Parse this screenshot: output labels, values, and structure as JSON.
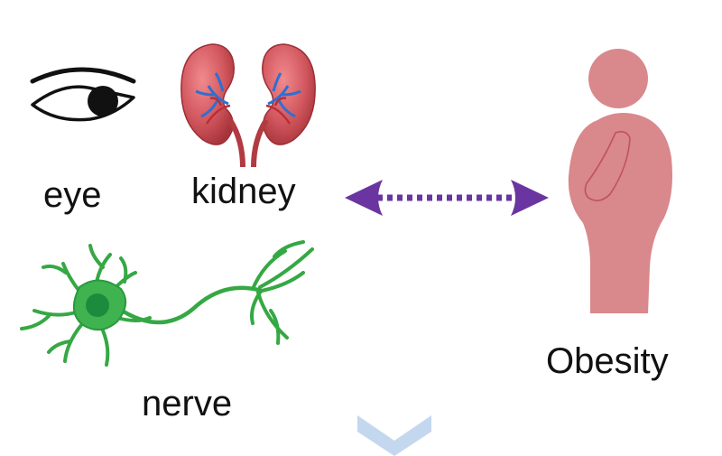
{
  "labels": {
    "eye": "eye",
    "kidney": "kidney",
    "nerve": "nerve",
    "obesity": "Obesity"
  },
  "icons": {
    "eye": "eye-icon",
    "kidney": "kidneys-icon",
    "nerve": "neuron-icon",
    "obesity": "obese-person-icon",
    "arrow": "double-headed-dotted-arrow",
    "bottom": "chevron-down-icon"
  },
  "colors": {
    "arrow": "#6a35a0",
    "body": "#d9888c",
    "kidney": "#c8474e",
    "kidney_vessels": "#2f6fd1",
    "neuron": "#35a844",
    "neuron_nucleus": "#1d8b3e",
    "watermark": "#c3d7ee"
  }
}
